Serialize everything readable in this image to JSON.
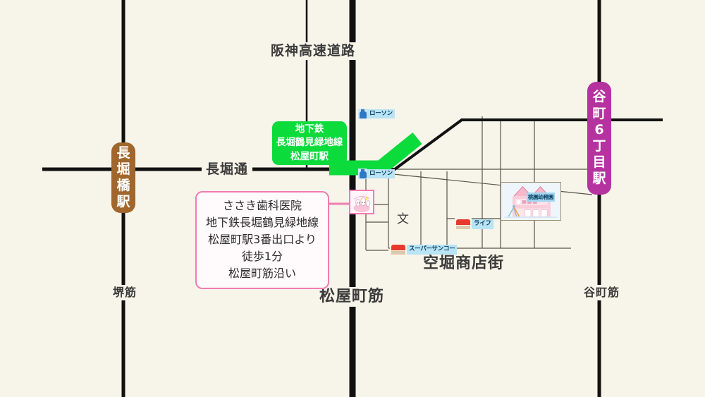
{
  "map": {
    "background_color": "#f7f4e9",
    "road_color": "#111111",
    "minor_road_color": "#5a5348"
  },
  "roads": [
    {
      "name": "hanshin-expressway",
      "label": "阪神高速道路"
    },
    {
      "name": "nagahori-dori",
      "label": "長堀通"
    },
    {
      "name": "matsuyamachi-suji",
      "label": "松屋町筋"
    },
    {
      "name": "sakai-suji",
      "label": "堺筋"
    },
    {
      "name": "tanimachi-suji",
      "label": "谷町筋"
    },
    {
      "name": "karahori-shotengai",
      "label": "空堀商店街"
    }
  ],
  "stations": {
    "nagahoribashi": {
      "name": "長堀橋駅",
      "chars": [
        "長",
        "堀",
        "橋",
        "駅"
      ],
      "color": "#a0662c"
    },
    "tanimachi6": {
      "name": "谷町6丁目駅",
      "chars": [
        "谷",
        "町",
        "6",
        "丁",
        "目",
        "駅"
      ],
      "color": "#b5339f"
    }
  },
  "subway_label": {
    "color": "#0bdb3b",
    "lines": [
      "地下鉄",
      "長堀鶴見緑地線",
      "松屋町駅"
    ]
  },
  "clinic_callout": {
    "border_color": "#f07cb4",
    "lines": [
      "ささき歯科医院",
      "地下鉄長堀鶴見緑地線",
      "松屋町駅3番出口より",
      "徒歩1分",
      "松屋町筋沿い"
    ]
  },
  "clinic_pin": {
    "name": "ささき歯科医院",
    "icon": "tooth-character-icon",
    "border_color": "#f07cb4"
  },
  "pois": [
    {
      "id": "lawson-north",
      "label": "ローソン",
      "icon": "lawson-bottle-icon",
      "chip_color": "#b8e4f5"
    },
    {
      "id": "lawson-south",
      "label": "ローソン",
      "icon": "lawson-bottle-icon",
      "chip_color": "#b8e4f5"
    },
    {
      "id": "super-sanko",
      "label": "スーパーサンコー",
      "icon": "store-awning-icon",
      "chip_color": "#b8e4f5"
    },
    {
      "id": "life",
      "label": "ライフ",
      "icon": "store-awning-icon",
      "chip_color": "#b8e4f5"
    }
  ],
  "buildings": [
    {
      "id": "school-building",
      "label": "桃園幼稚園",
      "icon": "school-building-icon"
    }
  ],
  "symbols": [
    {
      "id": "school-map-symbol",
      "label": "文"
    }
  ]
}
